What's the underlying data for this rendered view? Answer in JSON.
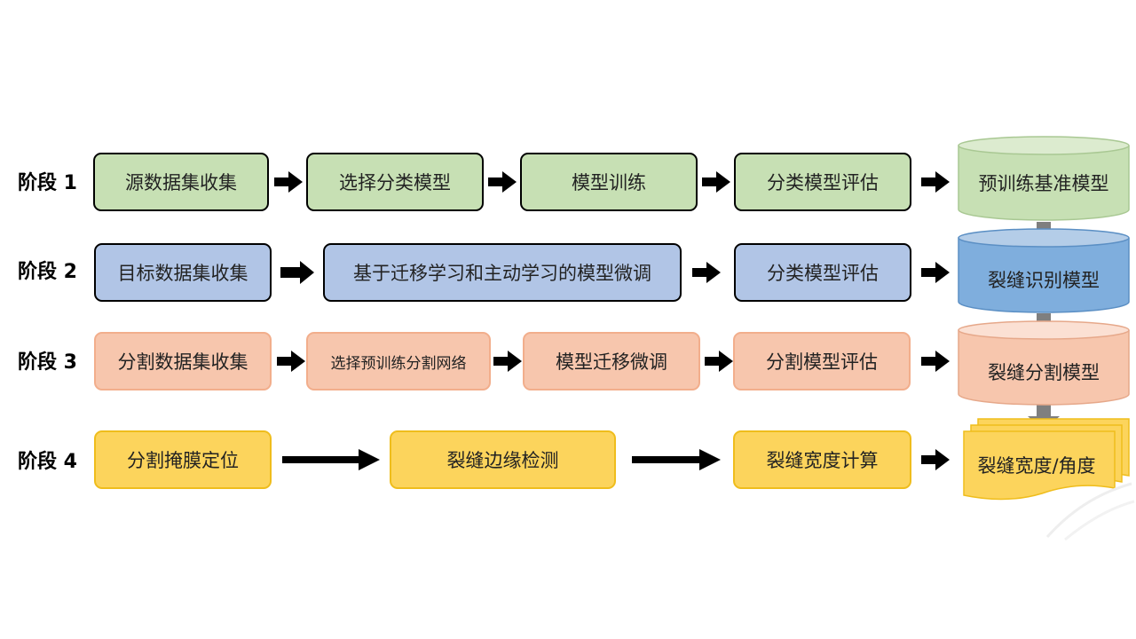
{
  "stages": [
    "阶段 1",
    "阶段 2",
    "阶段 3",
    "阶段 4"
  ],
  "row1": {
    "b1": "源数据集收集",
    "b2": "选择分类模型",
    "b3": "模型训练",
    "b4": "分类模型评估",
    "out": "预训练基准模型"
  },
  "row2": {
    "b1": "目标数据集收集",
    "b2": "基于迁移学习和主动学习的模型微调",
    "b3": "分类模型评估",
    "out": "裂缝识别模型"
  },
  "row3": {
    "b1": "分割数据集收集",
    "b2": "选择预训练分割网络",
    "b3": "模型迁移微调",
    "b4": "分割模型评估",
    "out": "裂缝分割模型"
  },
  "row4": {
    "b1": "分割掩膜定位",
    "b2": "裂缝边缘检测",
    "b3": "裂缝宽度计算",
    "out": "裂缝宽度/角度"
  },
  "colors": {
    "green": "#c7e0b4",
    "blue": "#b1c5e6",
    "orange": "#f7c6ad",
    "yellow": "#fcd45c",
    "arrow_dark": "#000000",
    "arrow_gray": "#7f7f7f"
  }
}
